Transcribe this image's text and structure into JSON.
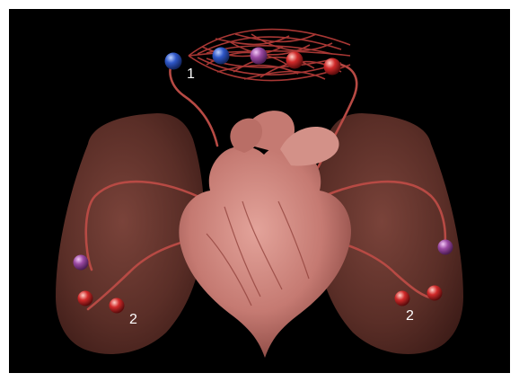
{
  "diagram": {
    "labels": {
      "label_1": "1",
      "label_2_left": "2",
      "label_2_right": "2"
    },
    "colors": {
      "background": "#000000",
      "lung": "#5a2e27",
      "heart": "#c57a72",
      "vessel": "#b74a44",
      "capillary_net": "#b03a37",
      "blood_cell_deoxygenated": "#2f57c8",
      "blood_cell_mixed": "#9b4aa3",
      "blood_cell_oxygenated": "#d12a2a",
      "label": "#ffffff"
    },
    "icons": {
      "capillary_network": "capillary-network-icon",
      "heart": "heart-icon",
      "left_lung": "left-lung-icon",
      "right_lung": "right-lung-icon",
      "blood_cell": "blood-cell-icon"
    }
  }
}
